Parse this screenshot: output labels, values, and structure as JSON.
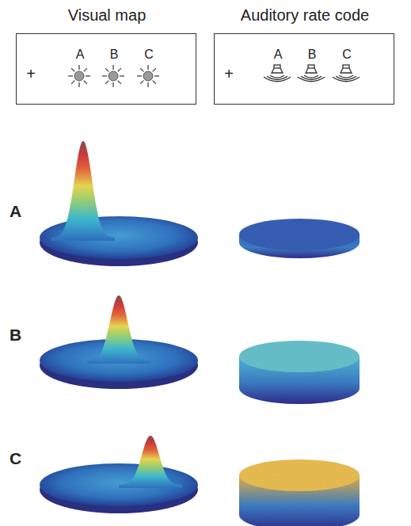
{
  "diagram": {
    "nodes": [
      {
        "text": [
          "Visual map",
          "+",
          "A",
          "B",
          "C"
        ]
      },
      {
        "text": [
          "Auditory rate code",
          "+",
          "A",
          "B",
          "C"
        ]
      }
    ],
    "labels": [
      "A",
      "B",
      "C"
    ]
  }
}
